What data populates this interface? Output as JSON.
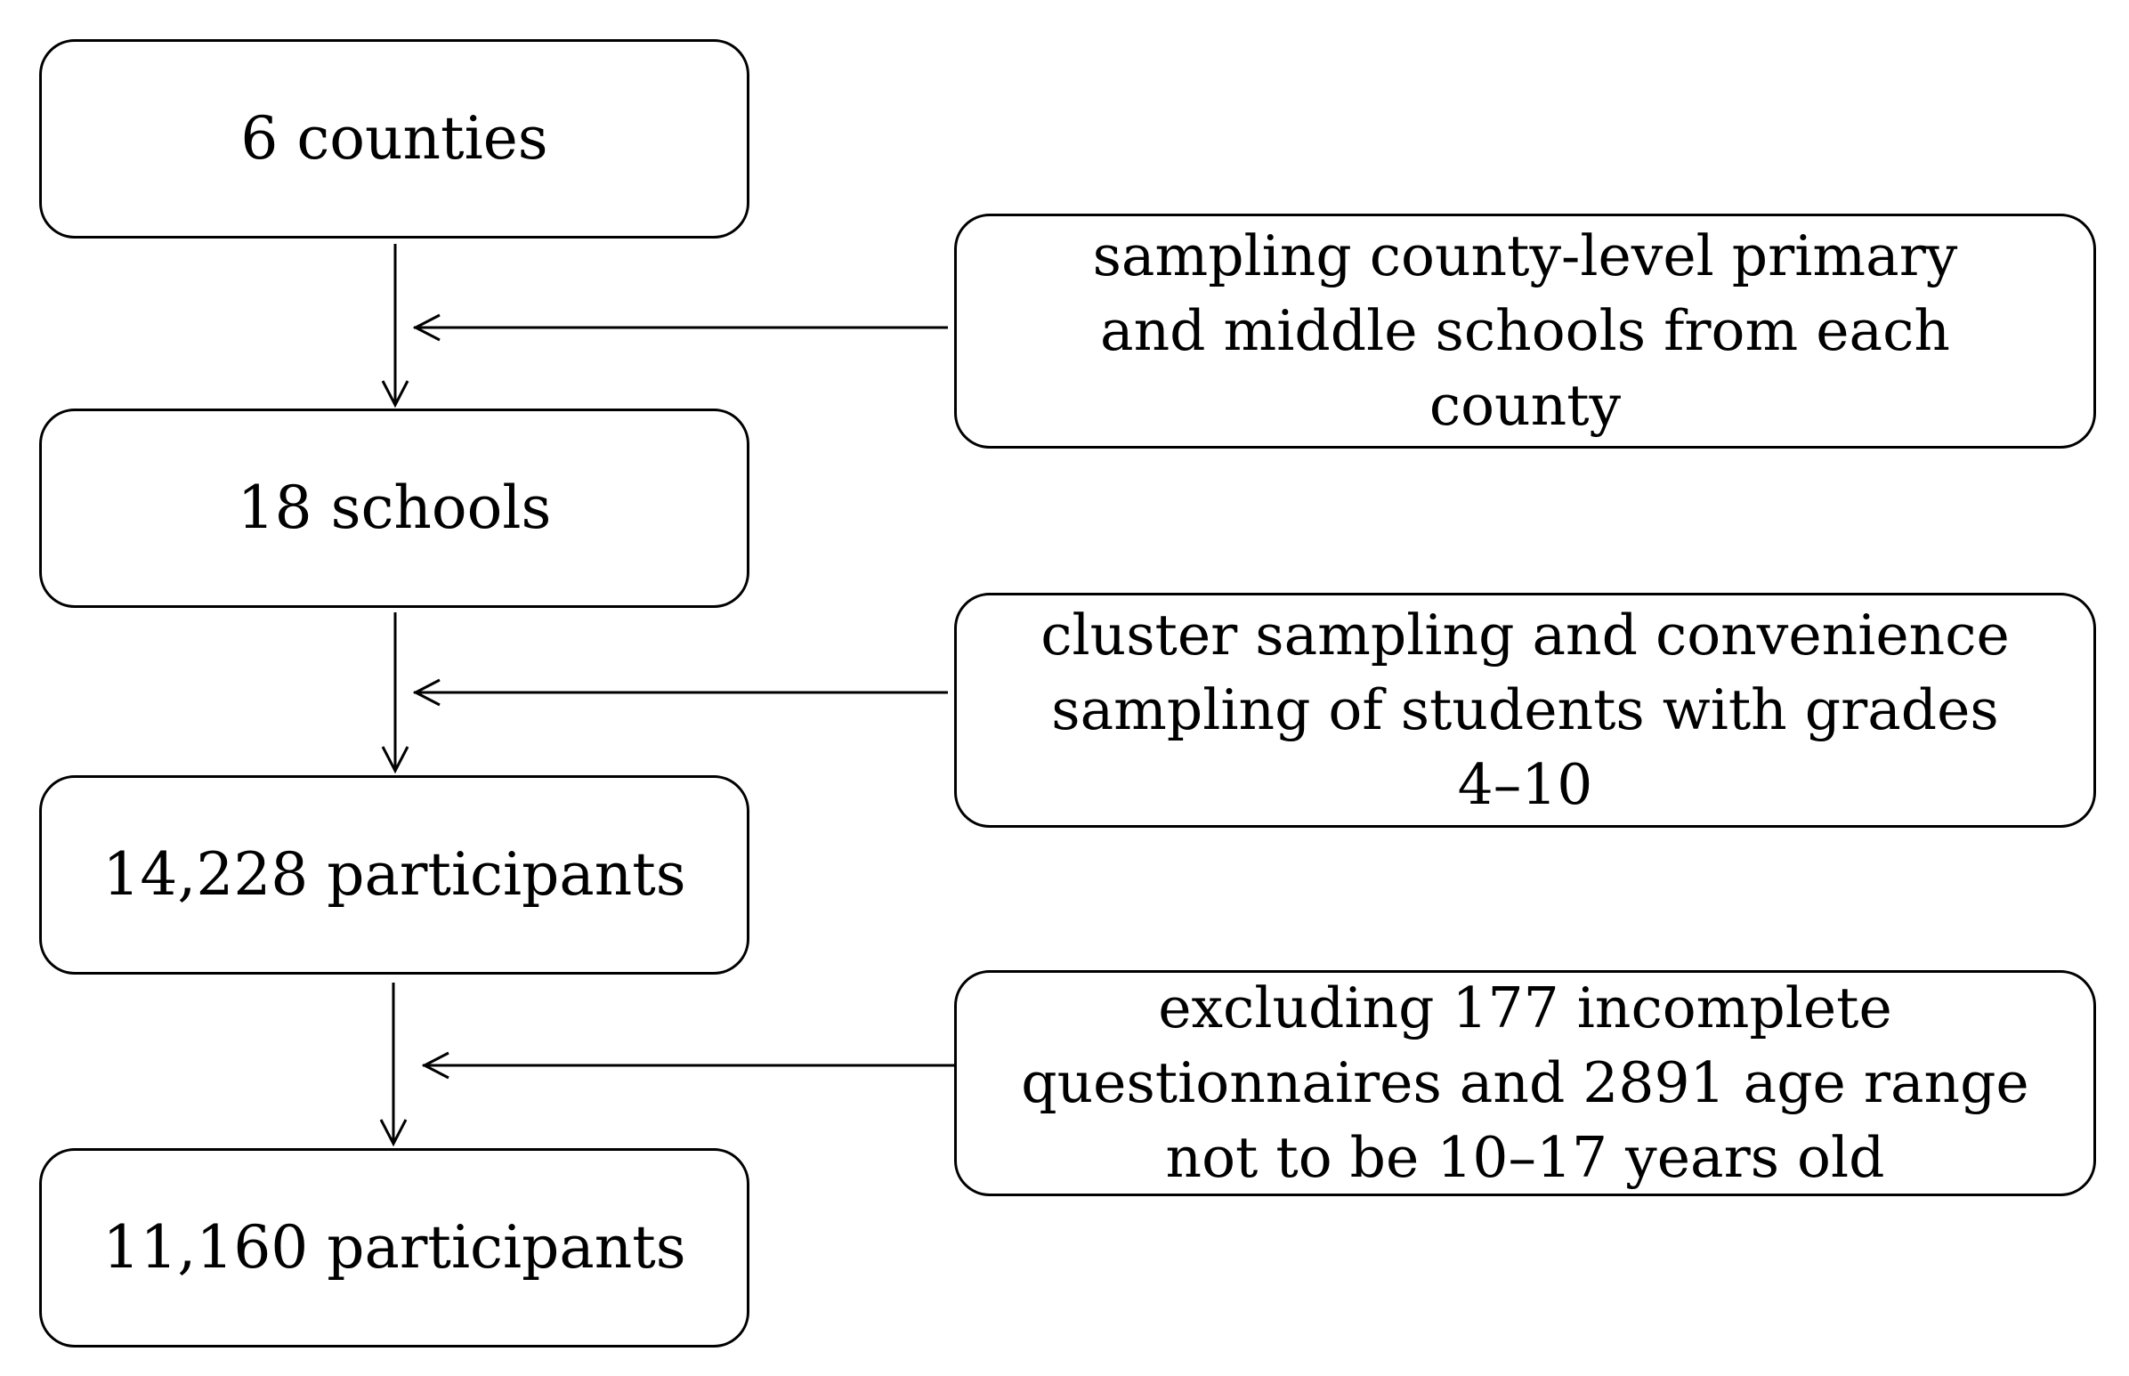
{
  "stages": [
    {
      "label": "6 counties"
    },
    {
      "label": "18 schools"
    },
    {
      "label": "14,228 participants"
    },
    {
      "label": "11,160 participants"
    }
  ],
  "steps": [
    {
      "label": "sampling county-level primary\nand middle schools from each\ncounty"
    },
    {
      "label": "cluster sampling and convenience\nsampling of students with grades\n4–10"
    },
    {
      "label": "excluding 177 incomplete\nquestionnaires and 2891 age range\nnot to be 10–17 years old"
    }
  ]
}
